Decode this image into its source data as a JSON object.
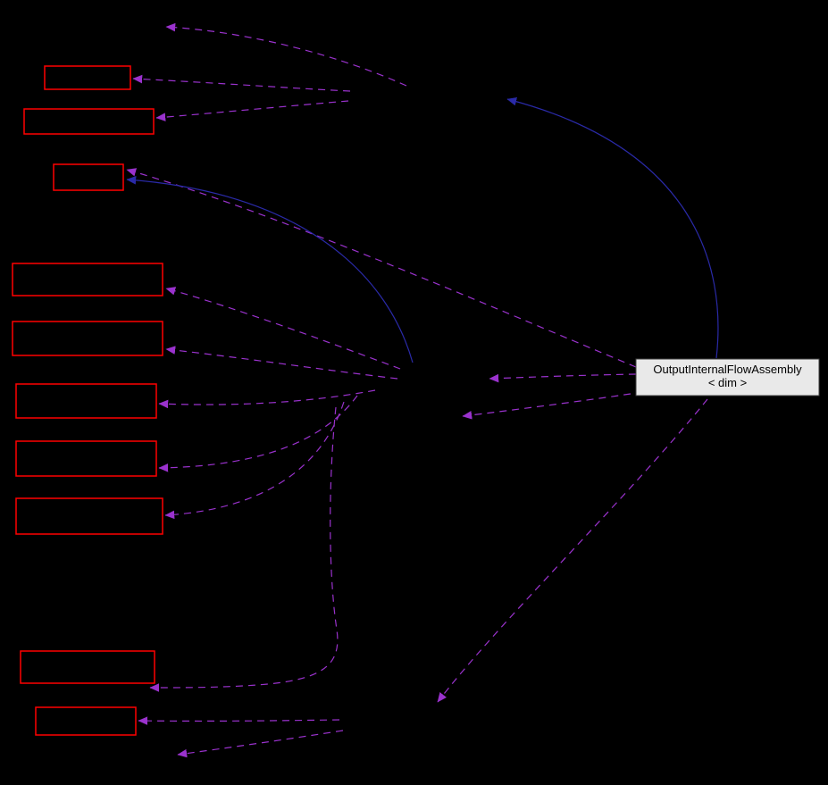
{
  "diagram": {
    "type": "collaboration-graph",
    "background_color": "#000000",
    "main_node": {
      "label_line1": "OutputInternalFlowAssembly",
      "label_line2": "< dim >"
    },
    "colors": {
      "usage_edge": "#9a32cd",
      "inheritance_edge": "#2a2aa8",
      "class_box_border": "#ff0000",
      "main_node_fill": "#e9e9e9",
      "main_node_border": "#404040",
      "main_node_text": "#000000"
    },
    "edge_styles": {
      "usage": "dashed",
      "inheritance": "solid"
    },
    "class_boxes": [
      {
        "id": "box-1"
      },
      {
        "id": "box-2"
      },
      {
        "id": "box-3"
      },
      {
        "id": "box-4"
      },
      {
        "id": "box-5"
      },
      {
        "id": "box-6"
      },
      {
        "id": "box-7"
      },
      {
        "id": "box-8"
      },
      {
        "id": "box-9"
      },
      {
        "id": "box-10"
      }
    ]
  }
}
